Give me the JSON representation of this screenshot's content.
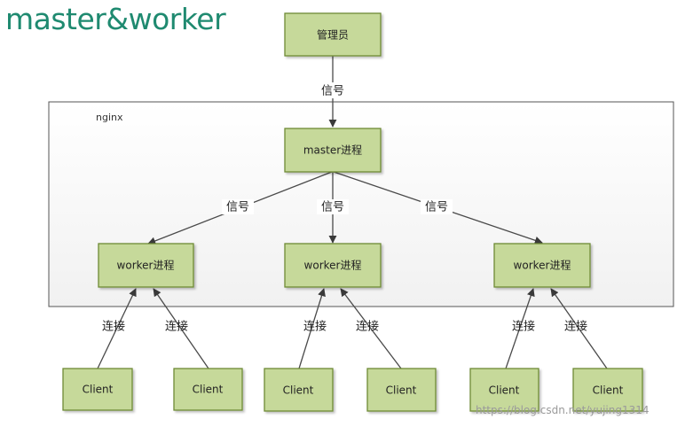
{
  "title": "master&worker",
  "container": {
    "label": "nginx"
  },
  "nodes": {
    "admin": "管理员",
    "master": "master进程",
    "worker1": "worker进程",
    "worker2": "worker进程",
    "worker3": "worker进程",
    "client1": "Client",
    "client2": "Client",
    "client3": "Client",
    "client4": "Client",
    "client5": "Client",
    "client6": "Client"
  },
  "edge_labels": {
    "admin_master": "信号",
    "master_worker1": "信号",
    "master_worker2": "信号",
    "master_worker3": "信号",
    "client1_worker1": "连接",
    "client2_worker1": "连接",
    "client3_worker2": "连接",
    "client4_worker2": "连接",
    "client5_worker3": "连接",
    "client6_worker3": "连接"
  },
  "watermark": "https://blog.csdn.net/yujing1314",
  "colors": {
    "node_fill": "#c6d99a",
    "node_border": "#6e8a36",
    "title": "#1f8a70"
  }
}
